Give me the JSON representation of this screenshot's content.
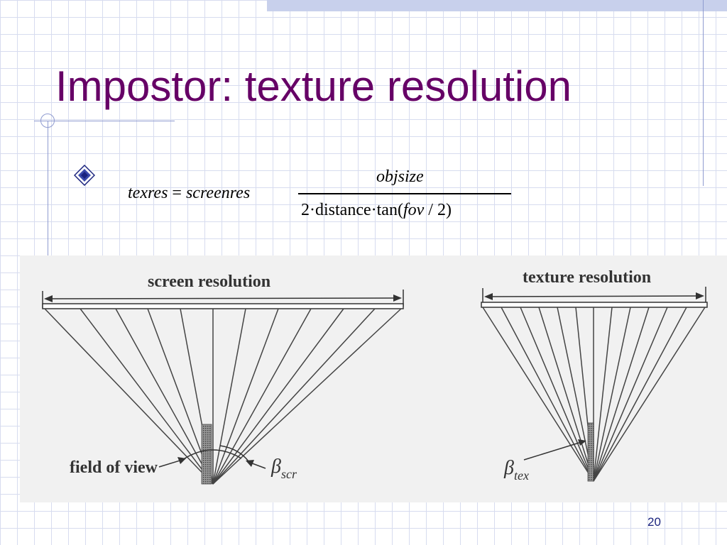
{
  "slide": {
    "title": "Impostor: texture resolution",
    "page_number": "20",
    "colors": {
      "title": "#660066",
      "grid": "#d7dcef",
      "bullet": "#1a237e"
    }
  },
  "formula": {
    "lhs": "texres",
    "equals": " = ",
    "factor": "screenres",
    "numerator": "objsize",
    "denom_coeff": "2",
    "dot": "·",
    "distance": "distance",
    "tan": "tan(",
    "fov": "fov",
    "slash": " / ",
    "two": "2)"
  },
  "figure": {
    "screen_label": "screen resolution",
    "texture_label": "texture resolution",
    "fov_label": "field of view",
    "beta_scr_symbol": "β",
    "beta_scr_sub": "scr",
    "beta_tex_symbol": "β",
    "beta_tex_sub": "tex"
  }
}
